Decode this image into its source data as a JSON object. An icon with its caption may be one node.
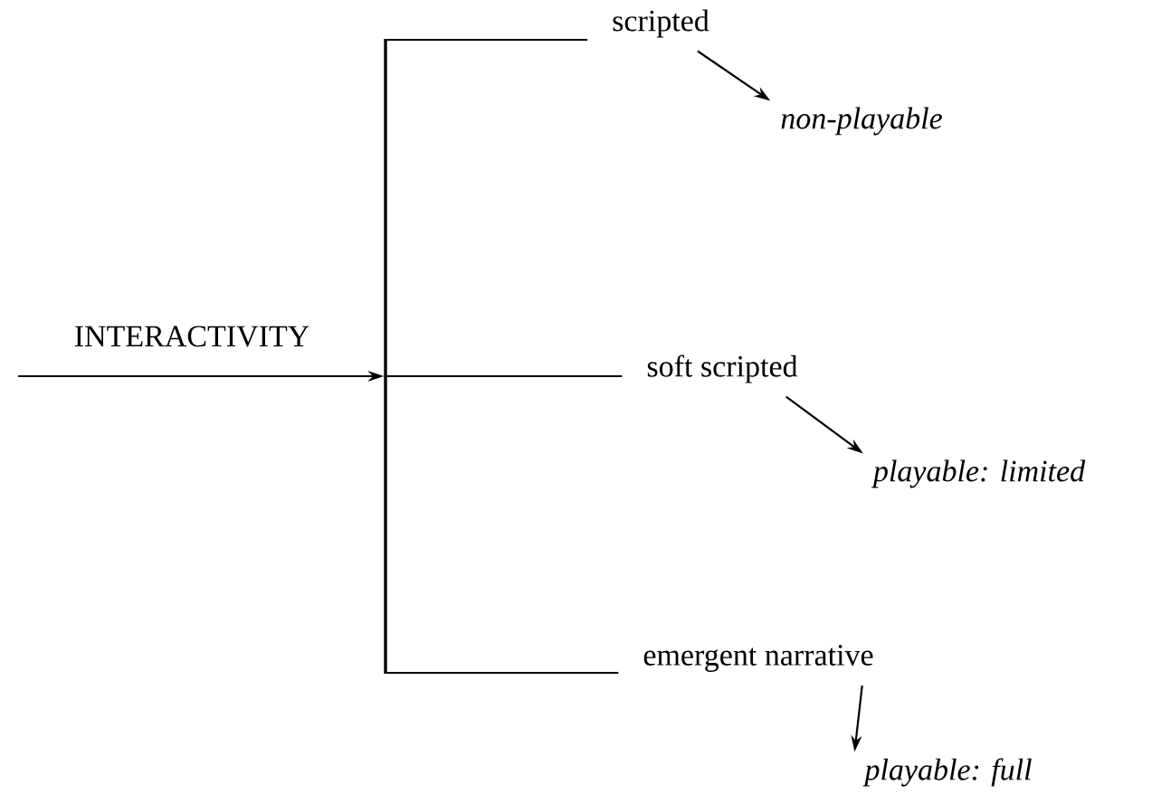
{
  "diagram": {
    "nodes": [
      {
        "text": [],
        "shape": "bar"
      },
      {
        "text": [
          "scripted"
        ]
      },
      {
        "text": [
          "non-playable"
        ]
      },
      {
        "text": [
          "soft scripted"
        ]
      },
      {
        "text": [
          "playable: limited"
        ]
      },
      {
        "text": [
          "emergent narrative"
        ]
      },
      {
        "text": [
          "playable: full"
        ]
      }
    ],
    "edges": [
      {
        "from": null,
        "to": 0,
        "arrow": "to",
        "label": "INTERACTIVITY"
      },
      {
        "from": 0,
        "to": 1,
        "arrow": "none"
      },
      {
        "from": 0,
        "to": 3,
        "arrow": "none"
      },
      {
        "from": 0,
        "to": 5,
        "arrow": "none"
      },
      {
        "from": 1,
        "to": 2,
        "arrow": "to"
      },
      {
        "from": 3,
        "to": 4,
        "arrow": "to"
      },
      {
        "from": 5,
        "to": 6,
        "arrow": "to"
      }
    ]
  }
}
